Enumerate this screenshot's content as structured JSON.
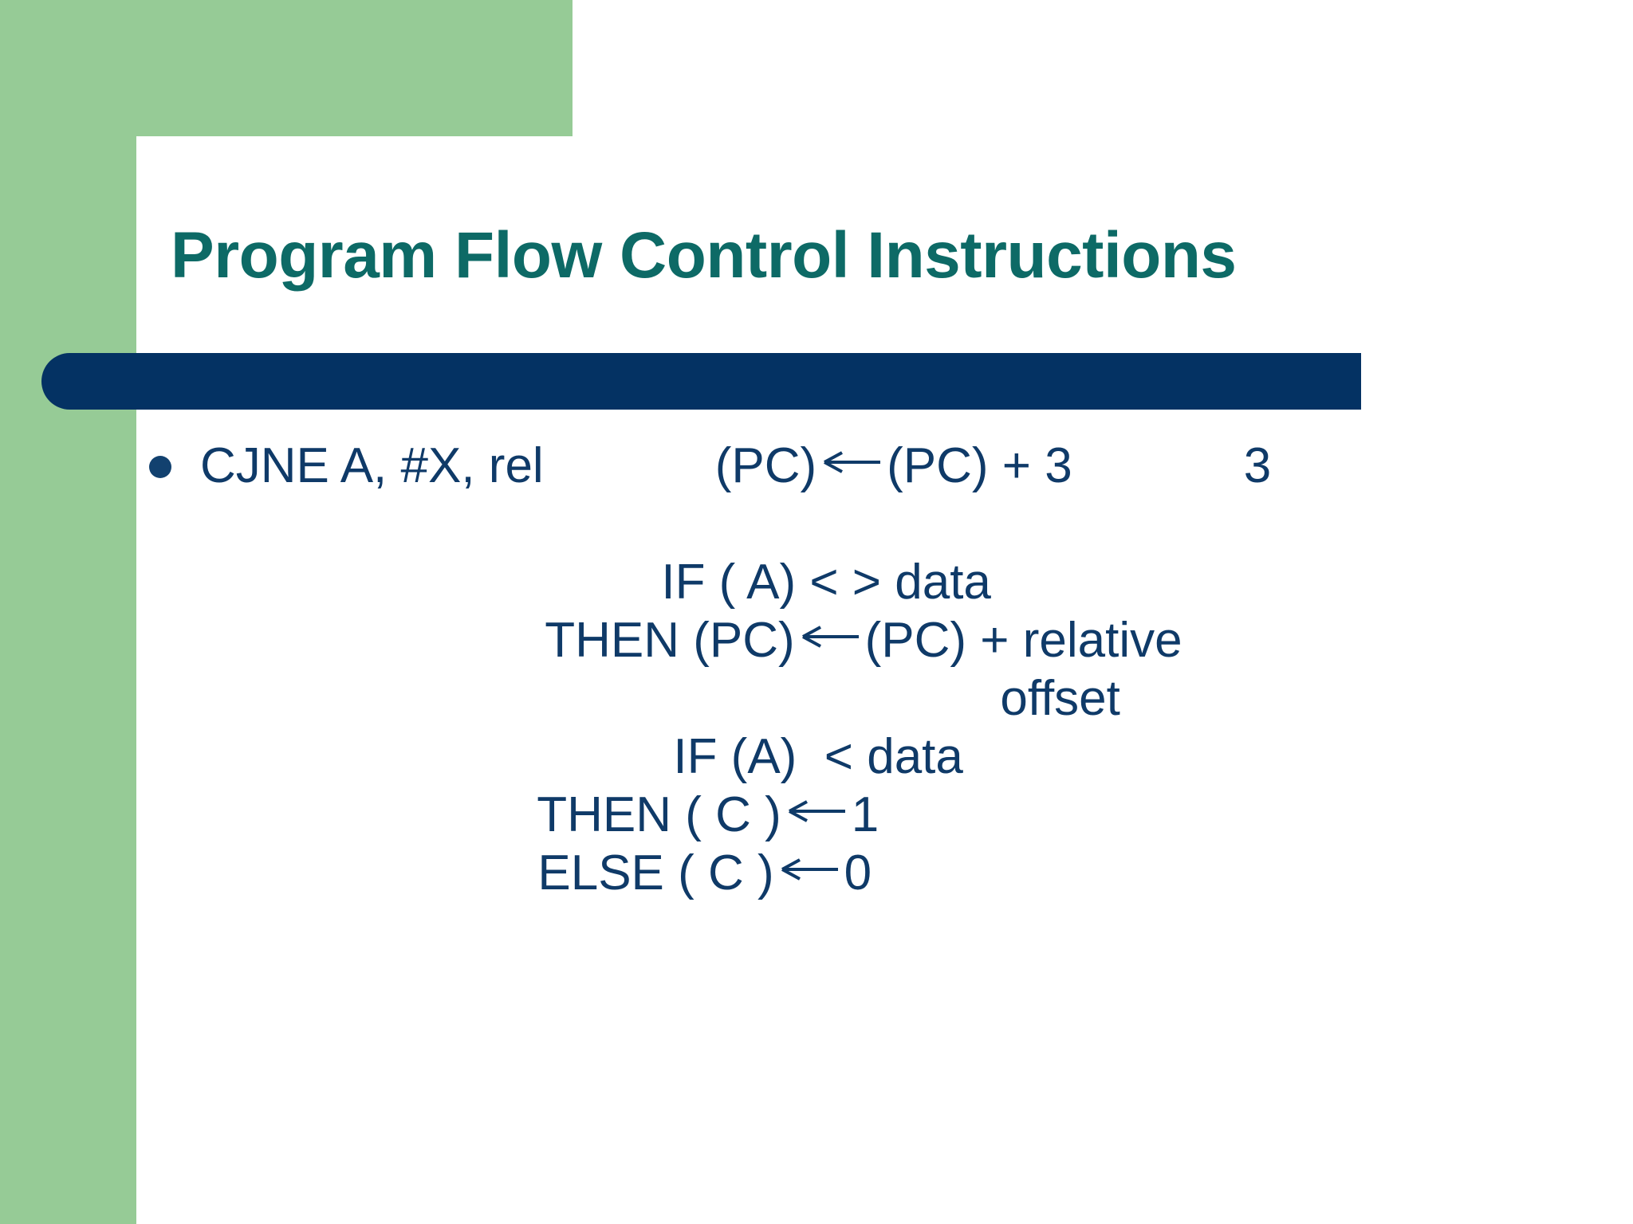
{
  "slide": {
    "title": "Program Flow Control Instructions",
    "colors": {
      "green_accent": "#96cb96",
      "title_teal": "#0d6a66",
      "bar_navy": "#043263",
      "body_navy": "#0f3a68",
      "background": "#ffffff"
    },
    "bullet": {
      "marker": "bullet-dot",
      "lines": [
        {
          "id": "line-1",
          "indent": "bullet",
          "segments": [
            {
              "type": "text",
              "value": "CJNE A, #X, rel"
            },
            {
              "type": "gap"
            },
            {
              "type": "text",
              "value": "(PC)"
            },
            {
              "type": "arrow",
              "value": "left-arrow"
            },
            {
              "type": "text",
              "value": "(PC) + 3"
            },
            {
              "type": "gap"
            },
            {
              "type": "text",
              "value": "3"
            }
          ],
          "plain": "CJNE A, #X, rel     (PC) ← (PC) + 3          3"
        },
        {
          "id": "line-2",
          "indent": "ind-1",
          "segments": [
            {
              "type": "text",
              "value": "IF ( A) < > data"
            }
          ],
          "plain": "IF ( A) < > data"
        },
        {
          "id": "line-3",
          "indent": "ind-2",
          "segments": [
            {
              "type": "text",
              "value": "THEN (PC)"
            },
            {
              "type": "arrow",
              "value": "left-arrow"
            },
            {
              "type": "text",
              "value": "(PC) + relative"
            }
          ],
          "plain": "THEN (PC) ← (PC) + relative"
        },
        {
          "id": "line-4",
          "indent": "ind-3",
          "segments": [
            {
              "type": "text",
              "value": "offset"
            }
          ],
          "plain": "offset"
        },
        {
          "id": "line-5",
          "indent": "ind-4",
          "segments": [
            {
              "type": "text",
              "value": "IF (A)  < data"
            }
          ],
          "plain": "IF (A)  < data"
        },
        {
          "id": "line-6",
          "indent": "ind-5",
          "segments": [
            {
              "type": "text",
              "value": "THEN ( C )"
            },
            {
              "type": "arrow",
              "value": "left-arrow"
            },
            {
              "type": "text",
              "value": "1"
            }
          ],
          "plain": "THEN ( C ) ← 1"
        },
        {
          "id": "line-7",
          "indent": "ind-6",
          "segments": [
            {
              "type": "text",
              "value": "ELSE ( C )"
            },
            {
              "type": "arrow",
              "value": "left-arrow"
            },
            {
              "type": "text",
              "value": "0"
            }
          ],
          "plain": "ELSE ( C ) ← 0"
        }
      ]
    },
    "line_text": {
      "l1_a": "CJNE A, #X, rel",
      "l1_b": "(PC)",
      "l1_c": "(PC) + 3",
      "l1_d": "3",
      "l2": "IF ( A) < > data",
      "l3_a": "THEN (PC)",
      "l3_b": "(PC) + relative",
      "l4": "offset",
      "l5": "IF (A)  < data",
      "l6_a": "THEN ( C )",
      "l6_b": "1",
      "l7_a": "ELSE ( C )",
      "l7_b": "0"
    }
  }
}
